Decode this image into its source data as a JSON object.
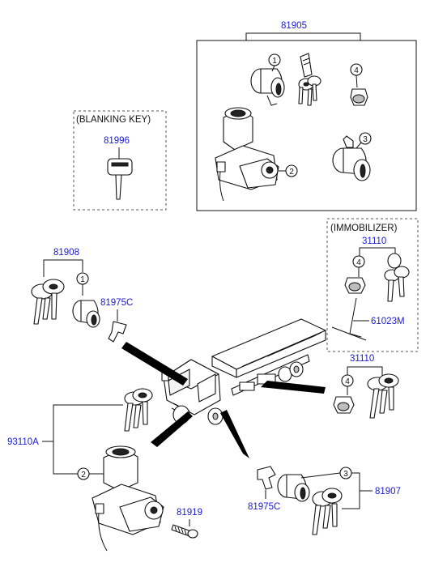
{
  "part_numbers": {
    "p81905": "81905",
    "p81996": "81996",
    "p81908": "81908",
    "p81975c_upper": "81975C",
    "p31110_immobilizer": "31110",
    "p61023m": "61023M",
    "p31110_lower": "31110",
    "p93110a": "93110A",
    "p81919": "81919",
    "p81975c_lower": "81975C",
    "p81907": "81907"
  },
  "group_labels": {
    "blanking_key": "(BLANKING KEY)",
    "immobilizer": "(IMMOBILIZER)"
  },
  "callouts": {
    "c1_top": "1",
    "c2_top": "2",
    "c3_top": "3",
    "c4_top": "4",
    "c4_immobilizer": "4",
    "c1_left": "1",
    "c4_right": "4",
    "c2_bottom": "2",
    "c3_bottom": "3"
  },
  "colors": {
    "part_number": "#1a1ad0",
    "linework": "#111111",
    "background": "#ffffff"
  }
}
